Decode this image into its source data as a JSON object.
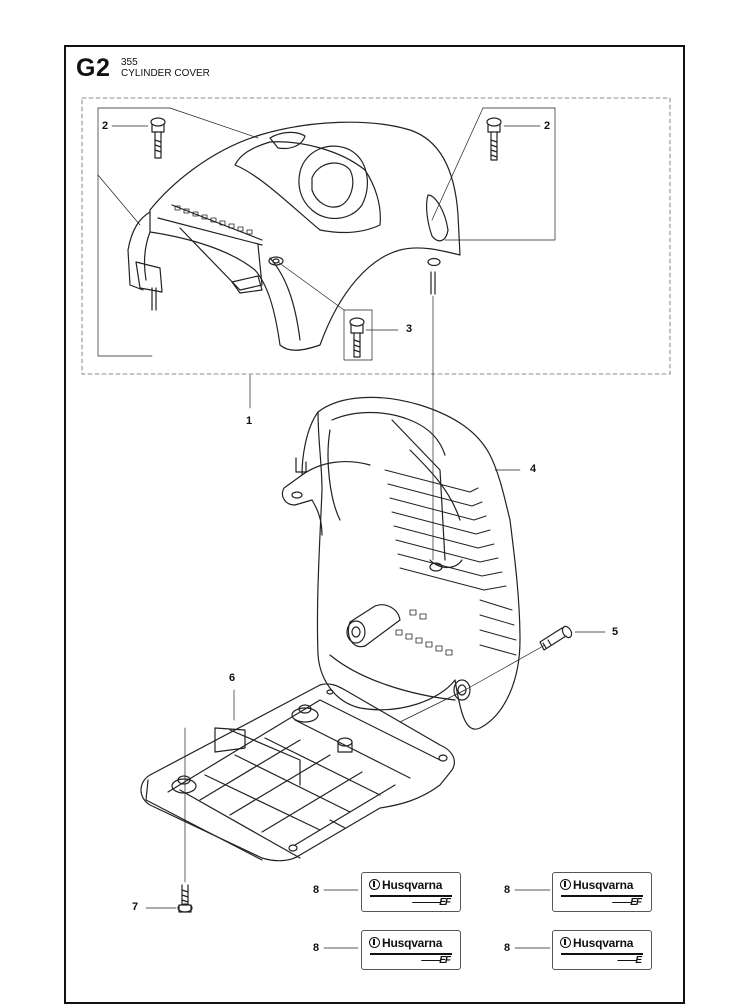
{
  "section": {
    "code": "G2",
    "model": "355",
    "title": "CYLINDER COVER"
  },
  "callouts": {
    "c1": "1",
    "c2a": "2",
    "c2b": "2",
    "c3": "3",
    "c4": "4",
    "c5": "5",
    "c6": "6",
    "c7": "7",
    "c8a": "8",
    "c8b": "8",
    "c8c": "8",
    "c8d": "8"
  },
  "decals": {
    "brand": "Husqvarna",
    "d1": "———EF",
    "d2": "——EF",
    "d3": "——EF",
    "d4": "——E"
  },
  "icons": {
    "brand_mark": "crown-logo-icon"
  }
}
